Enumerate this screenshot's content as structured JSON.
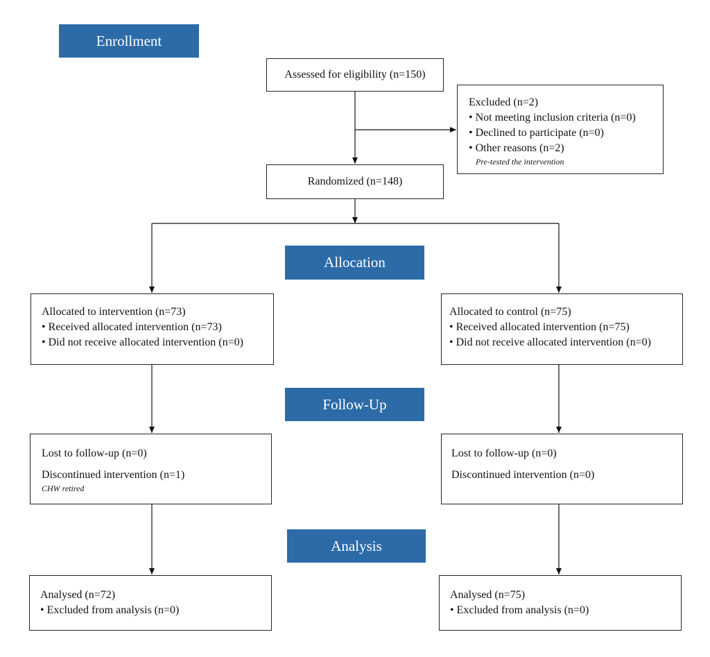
{
  "stages": {
    "enrollment": "Enrollment",
    "allocation": "Allocation",
    "followup": "Follow-Up",
    "analysis": "Analysis"
  },
  "boxes": {
    "assessed": "Assessed for eligibility (n=150)",
    "excluded": {
      "title": "Excluded (n=2)",
      "items": [
        "• Not meeting inclusion criteria (n=0)",
        "• Declined to participate (n=0)",
        "• Other reasons (n=2)"
      ],
      "note": "Pre-tested the intervention"
    },
    "randomized": "Randomized (n=148)",
    "alloc_intervention": {
      "title": "Allocated to intervention (n=73)",
      "items": [
        "• Received allocated intervention (n=73)",
        "• Did not receive allocated intervention (n=0)"
      ]
    },
    "alloc_control": {
      "title": "Allocated to control (n=75)",
      "items": [
        "• Received allocated intervention (n=75)",
        "• Did not receive allocated intervention (n=0)"
      ]
    },
    "followup_intervention": {
      "lost": "Lost to follow-up (n=0)",
      "discontinued": "Discontinued intervention (n=1)",
      "note": "CHW retired"
    },
    "followup_control": {
      "lost": "Lost to follow-up (n=0)",
      "discontinued": "Discontinued intervention (n=0)"
    },
    "analysis_intervention": {
      "title": "Analysed (n=72)",
      "items": [
        "• Excluded from analysis (n=0)"
      ]
    },
    "analysis_control": {
      "title": "Analysed (n=75)",
      "items": [
        "• Excluded from analysis (n=0)"
      ]
    }
  }
}
